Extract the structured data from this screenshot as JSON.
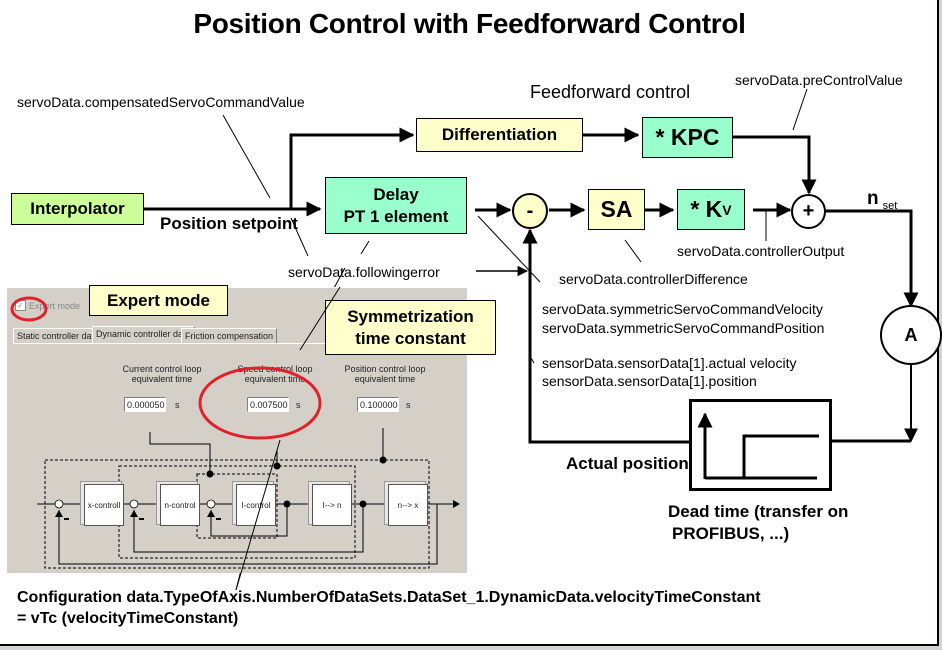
{
  "title": "Position Control with Feedforward Control",
  "colors": {
    "light_green": "#ccff99",
    "light_yellow": "#ffffcc",
    "teal": "#99ffcc",
    "highlight_red": "#e0202a",
    "panel_gray": "#d4d0c8"
  },
  "blocks": {
    "interpolator": "Interpolator",
    "differentiation": "Differentiation",
    "kpc": "* KPC",
    "delay_line1": "Delay",
    "delay_line2": "PT 1 element",
    "subtract": "-",
    "sa": "SA",
    "kv": "* K",
    "kv_sub": "V",
    "add": "+",
    "a": "A"
  },
  "labels": {
    "compensated": "servoData.compensatedServoCommandValue",
    "feedforward": "Feedforward control",
    "precontrol": "servoData.preControlValue",
    "position_setpoint": "Position setpoint",
    "n_set": "n",
    "n_set_sub": "set",
    "controller_output": "servoData.controllerOutput",
    "following_error": "servoData.followingerror",
    "controller_difference": "servoData.controllerDifference",
    "sym_velocity": "servoData.symmetricServoCommandVelocity",
    "sym_position": "servoData.symmetricServoCommandPosition",
    "actual_velocity": "sensorData.sensorData[1].actual velocity",
    "actual_position_sensor": "sensorData.sensorData[1].position",
    "actual_position": "Actual position",
    "dead_time_line1": "Dead time (transfer on",
    "dead_time_line2": "PROFIBUS, ...)",
    "config_line1": "Configuration data.TypeOfAxis.NumberOfDataSets.DataSet_1.DynamicData.velocityTimeConstant",
    "config_line2": "= vTc (velocityTimeConstant)"
  },
  "callouts": {
    "expert_mode": "Expert mode",
    "symmetrization_line1": "Symmetrization",
    "symmetrization_line2": "time constant"
  },
  "panel": {
    "expert_checkbox_label": "Expert mode",
    "expert_checked": true,
    "tabs": [
      "Static controller data",
      "Dynamic controller data",
      "Friction compensation"
    ],
    "active_tab": 1,
    "fields": [
      {
        "label1": "Current control loop",
        "label2": "equivalent time",
        "value": "0.000050",
        "unit": "s"
      },
      {
        "label1": "Speed control loop",
        "label2": "equivalent time",
        "value": "0.007500",
        "unit": "s"
      },
      {
        "label1": "Position control loop",
        "label2": "equivalent time",
        "value": "0.100000",
        "unit": "s"
      }
    ],
    "blocks": [
      "x-controll",
      "n-control",
      "I-control",
      "I--> n",
      "n--> x"
    ],
    "minus": "-"
  }
}
